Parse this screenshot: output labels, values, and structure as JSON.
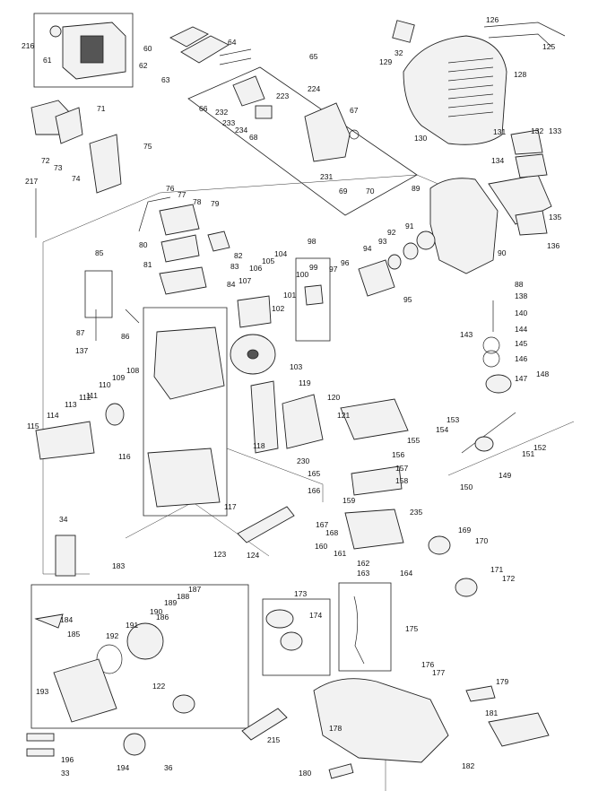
{
  "diagram": {
    "callouts": [
      "216",
      "61",
      "60",
      "62",
      "63",
      "64",
      "65",
      "32",
      "126",
      "125",
      "129",
      "128",
      "66",
      "232",
      "233",
      "234",
      "223",
      "224",
      "68",
      "67",
      "71",
      "72",
      "73",
      "74",
      "75",
      "217",
      "231",
      "69",
      "70",
      "130",
      "131",
      "132",
      "133",
      "134",
      "135",
      "136",
      "89",
      "90",
      "91",
      "92",
      "93",
      "94",
      "95",
      "76",
      "77",
      "78",
      "79",
      "80",
      "81",
      "82",
      "83",
      "84",
      "85",
      "98",
      "99",
      "100",
      "101",
      "102",
      "96",
      "97",
      "104",
      "105",
      "106",
      "107",
      "87",
      "86",
      "137",
      "88",
      "138",
      "140",
      "143",
      "144",
      "145",
      "146",
      "147",
      "148",
      "103",
      "108",
      "109",
      "110",
      "111",
      "112",
      "113",
      "114",
      "115",
      "116",
      "117",
      "118",
      "119",
      "120",
      "121",
      "155",
      "156",
      "157",
      "158",
      "159",
      "235",
      "230",
      "165",
      "166",
      "167",
      "168",
      "153",
      "154",
      "149",
      "150",
      "151",
      "152",
      "123",
      "124",
      "160",
      "161",
      "162",
      "163",
      "164",
      "169",
      "170",
      "171",
      "172",
      "34",
      "183",
      "184",
      "185",
      "186",
      "187",
      "188",
      "189",
      "190",
      "191",
      "192",
      "193",
      "122",
      "173",
      "174",
      "175",
      "176",
      "177",
      "178",
      "179",
      "181",
      "182",
      "180",
      "215",
      "194",
      "36",
      "33",
      "196"
    ]
  }
}
